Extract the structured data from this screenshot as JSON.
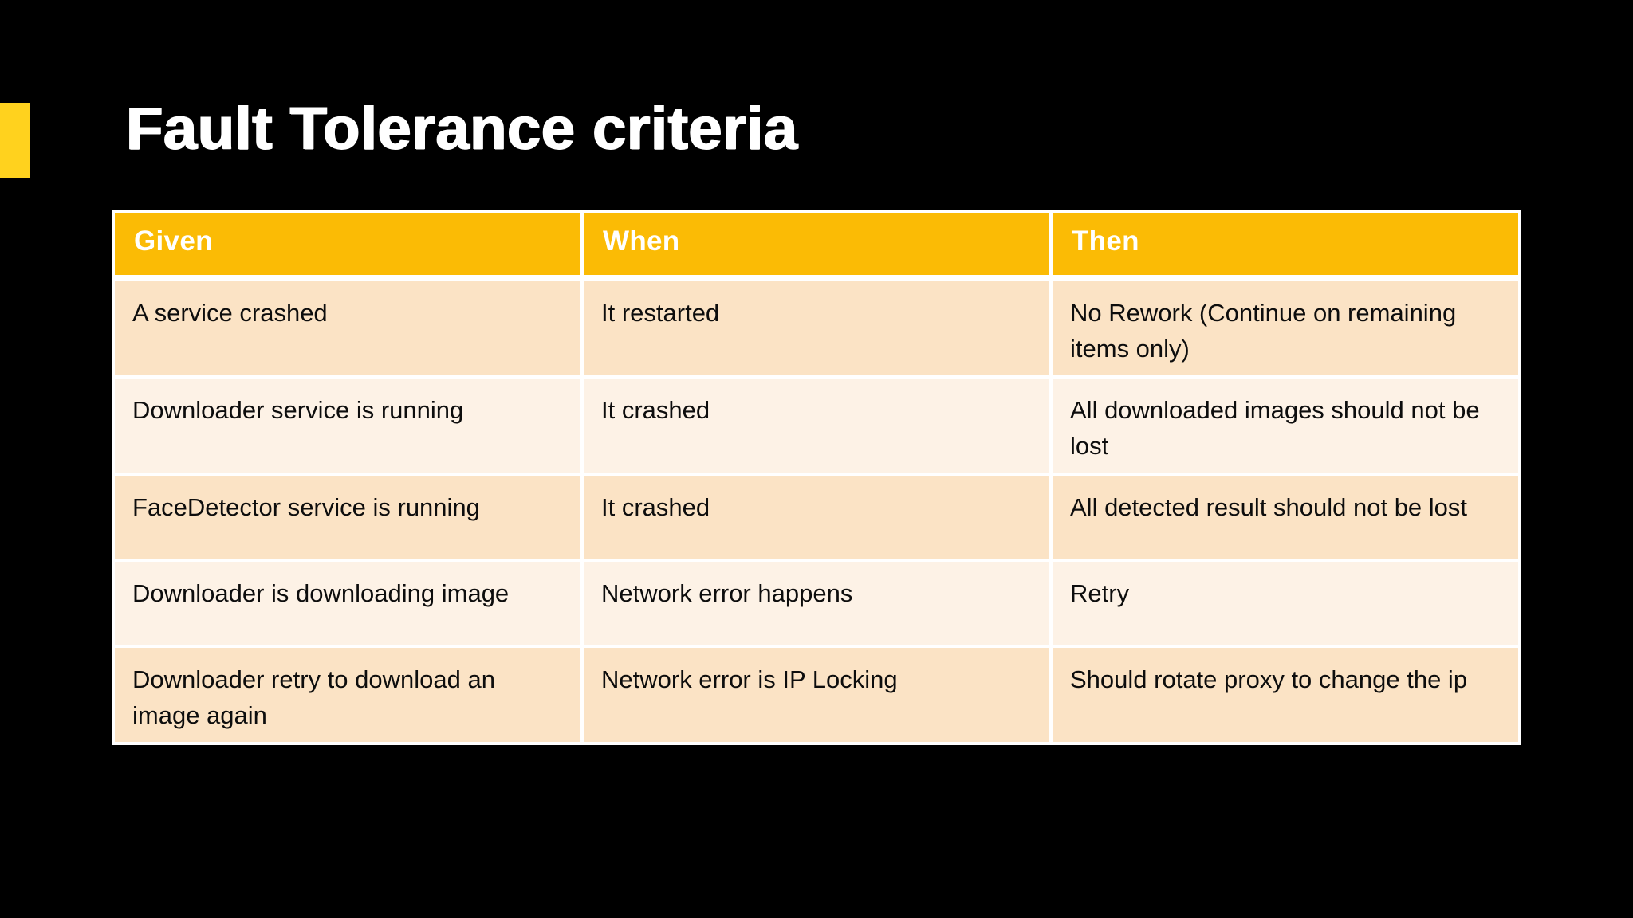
{
  "slide": {
    "title": "Fault Tolerance criteria",
    "colors": {
      "background": "#000000",
      "accent_rectangle": "#FFD21E",
      "table_header_bg": "#FBBB05",
      "table_row_odd_bg": "#FBE3C5",
      "table_row_even_bg": "#FDF2E6",
      "header_text": "#FFFFFF",
      "body_text": "#0D0D0D",
      "title_text": "#FFFFFF"
    }
  },
  "table": {
    "columns": [
      "Given",
      "When",
      "Then"
    ],
    "rows": [
      [
        "A service crashed",
        "It restarted",
        "No Rework (Continue on remaining items only)"
      ],
      [
        "Downloader service is running",
        "It crashed",
        "All downloaded images should not be lost"
      ],
      [
        "FaceDetector service is running",
        "It crashed",
        "All detected result should not be lost"
      ],
      [
        "Downloader is downloading image",
        "Network error happens",
        "Retry"
      ],
      [
        "Downloader retry to download an image again",
        "Network error is IP Locking",
        "Should rotate proxy to change the ip"
      ]
    ]
  }
}
